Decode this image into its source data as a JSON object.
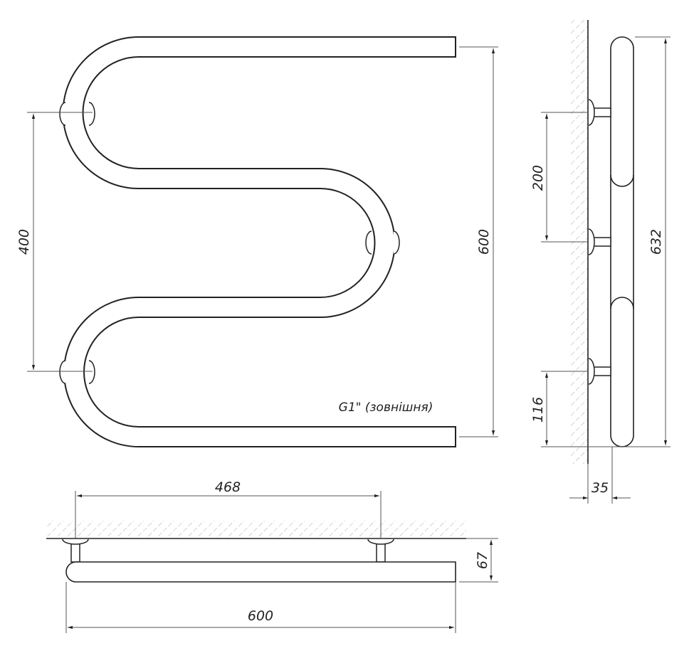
{
  "front_view": {
    "dim_mount_spacing": "400",
    "dim_height": "600",
    "thread_note": "G1\" (зовнішня)"
  },
  "side_view": {
    "dim_mount_spacing": "200",
    "dim_bottom_offset": "116",
    "dim_total_height": "632",
    "dim_wall_offset": "35"
  },
  "top_view": {
    "dim_mount_distance": "468",
    "dim_width": "600",
    "dim_depth": "67"
  },
  "colors": {
    "line": "#222222",
    "hatch": "#999999"
  }
}
